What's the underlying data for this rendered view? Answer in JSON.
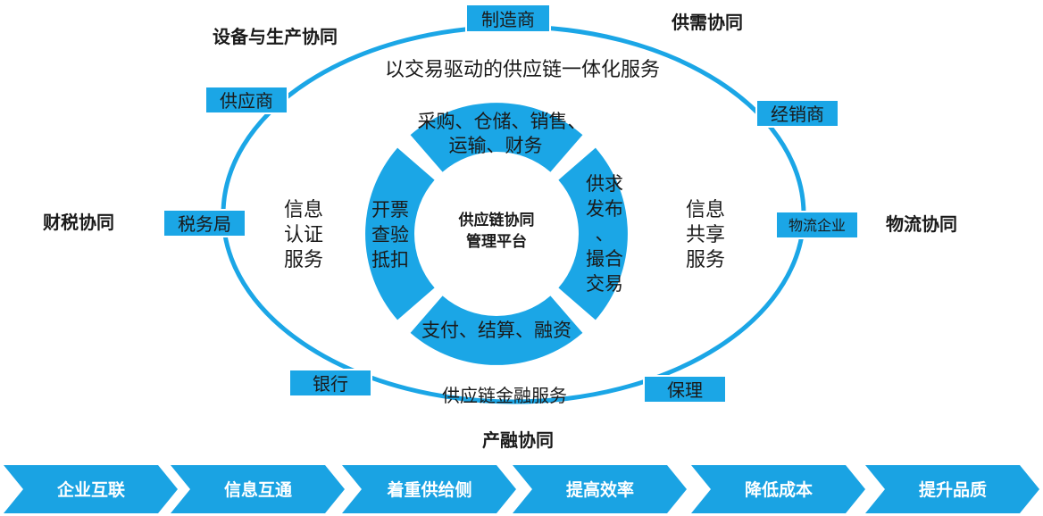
{
  "colors": {
    "accent": "#1BA6E6",
    "arrow": "#1AA3E3",
    "text": "#1a1a1a"
  },
  "outer": {
    "service_top": "以交易驱动的供应链一体化服务",
    "service_bottom": "供应链金融服务"
  },
  "corners": {
    "top_left": "设备与生产协同",
    "top_right": "供需协同",
    "left": "财税协同",
    "right": "物流协同",
    "bottom": "产融协同"
  },
  "nodes": {
    "manufacturer": "制造商",
    "supplier": "供应商",
    "distributor": "经销商",
    "tax_bureau": "税务局",
    "logistics": "物流企业",
    "bank": "银行",
    "factoring": "保理"
  },
  "side_text": {
    "left": [
      "信息",
      "认证",
      "服务"
    ],
    "right": [
      "信息",
      "共享",
      "服务"
    ]
  },
  "ring": {
    "top": [
      "采购、仓储、销售、",
      "运输、财务"
    ],
    "left": [
      "开票",
      "查验",
      "抵扣"
    ],
    "right": [
      "供求",
      "发布",
      "、",
      "撮合",
      "交易"
    ],
    "bottom": "支付、结算、融资"
  },
  "center": [
    "供应链协同",
    "管理平台"
  ],
  "arrows": [
    "企业互联",
    "信息互通",
    "着重供给侧",
    "提高效率",
    "降低成本",
    "提升品质"
  ]
}
